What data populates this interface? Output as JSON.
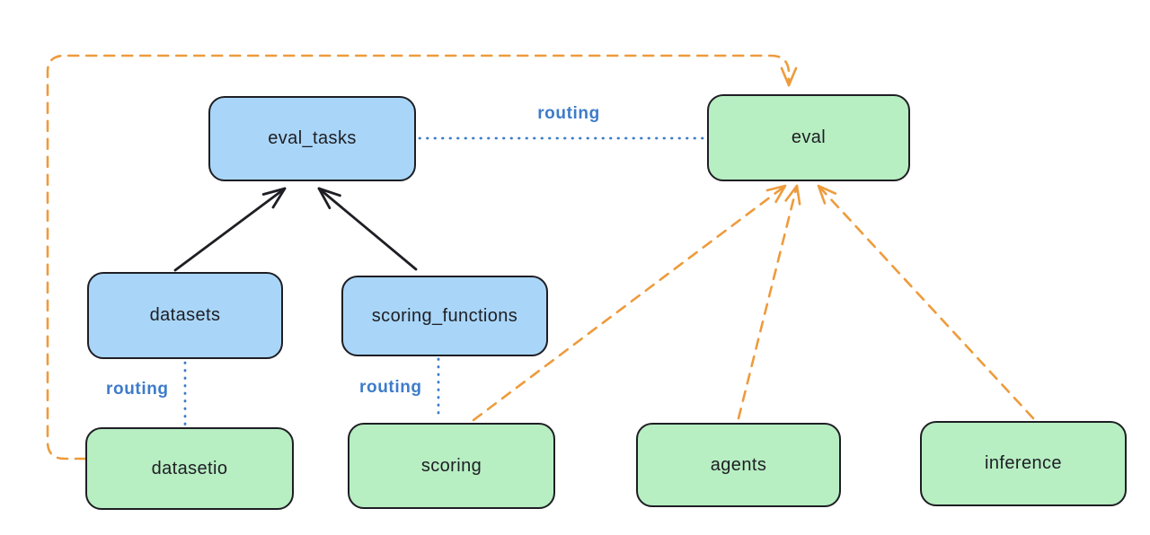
{
  "diagram": {
    "background": "#ffffff",
    "colors": {
      "box_border": "#1e1e24",
      "blue_fill": "#a9d6f8",
      "green_fill": "#b7eec2",
      "routing_blue": "#3d7cc9",
      "orange_dash": "#ee9b3c",
      "black_arrow": "#1e1e24"
    },
    "nodes": {
      "eval_tasks": "eval_tasks",
      "eval": "eval",
      "datasets": "datasets",
      "scoring_functions": "scoring_functions",
      "datasetio": "datasetio",
      "scoring": "scoring",
      "agents": "agents",
      "inference": "inference"
    },
    "labels": {
      "routing_eval_tasks_to_eval": "routing",
      "routing_datasets_to_datasetio": "routing",
      "routing_scoring_functions_to_scoring": "routing"
    },
    "edges": [
      {
        "from": "datasets",
        "to": "eval_tasks",
        "style": "solid-black-arrow"
      },
      {
        "from": "scoring_functions",
        "to": "eval_tasks",
        "style": "solid-black-arrow"
      },
      {
        "from": "eval_tasks",
        "to": "eval",
        "style": "dotted-blue",
        "label": "routing"
      },
      {
        "from": "datasets",
        "to": "datasetio",
        "style": "dotted-blue",
        "label": "routing"
      },
      {
        "from": "scoring_functions",
        "to": "scoring",
        "style": "dotted-blue",
        "label": "routing"
      },
      {
        "from": "datasetio",
        "to": "eval",
        "style": "dashed-orange-arrow",
        "path": "around-left-and-top"
      },
      {
        "from": "scoring",
        "to": "eval",
        "style": "dashed-orange-arrow"
      },
      {
        "from": "agents",
        "to": "eval",
        "style": "dashed-orange-arrow"
      },
      {
        "from": "inference",
        "to": "eval",
        "style": "dashed-orange-arrow"
      }
    ]
  }
}
